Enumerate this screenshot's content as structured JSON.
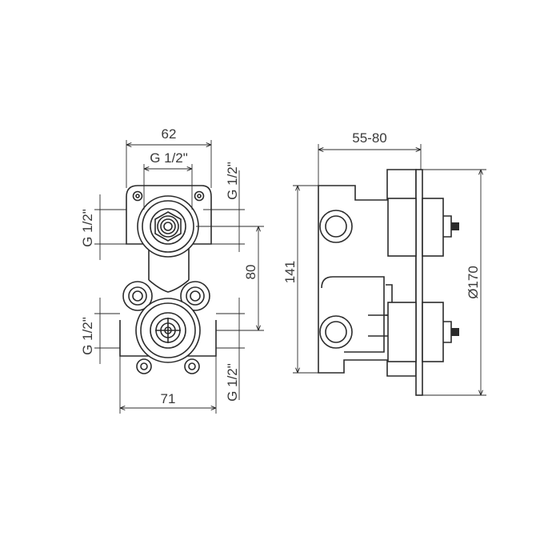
{
  "dimensions": {
    "top_width": "62",
    "top_thread": "G 1/2\"",
    "top_right_thread": "G 1/2\"",
    "left_upper_thread": "G 1/2\"",
    "center_spacing": "80",
    "left_lower_thread": "G 1/2\"",
    "bottom_width": "71",
    "bottom_right_thread": "G 1/2\"",
    "depth": "55-80",
    "body_height": "141",
    "plate_diameter": "Ø170"
  }
}
